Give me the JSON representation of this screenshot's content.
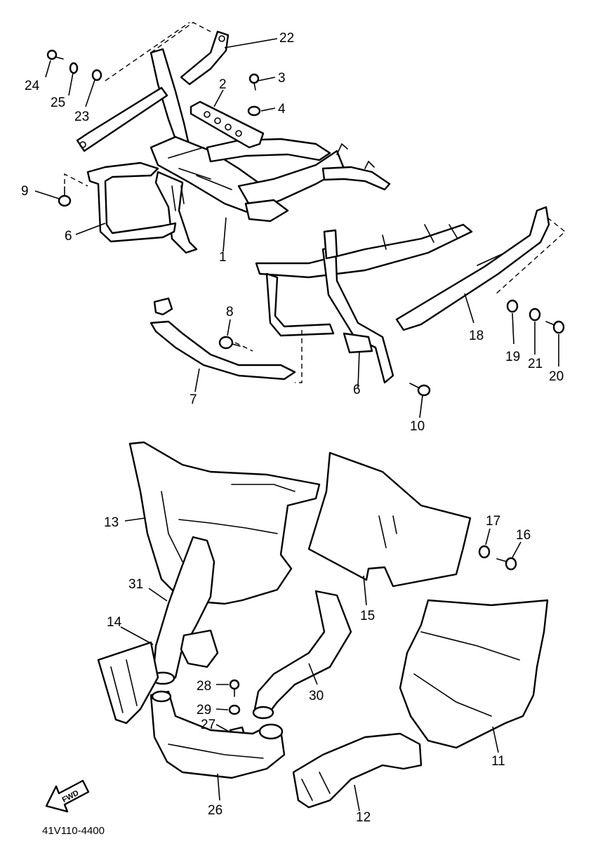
{
  "diagram": {
    "document_number": "41V110-4400",
    "direction_label": "FWD",
    "callouts": {
      "p1": "1",
      "p2": "2",
      "p3": "3",
      "p4": "4",
      "p6a": "6",
      "p6b": "6",
      "p7": "7",
      "p8": "8",
      "p9": "9",
      "p10": "10",
      "p11": "11",
      "p12": "12",
      "p13": "13",
      "p14": "14",
      "p15": "15",
      "p16": "16",
      "p17": "17",
      "p18": "18",
      "p19": "19",
      "p20": "20",
      "p21": "21",
      "p22": "22",
      "p23": "23",
      "p24": "24",
      "p25": "25",
      "p26": "26",
      "p27": "27",
      "p28": "28",
      "p29": "29",
      "p30": "30",
      "p31": "31"
    }
  }
}
